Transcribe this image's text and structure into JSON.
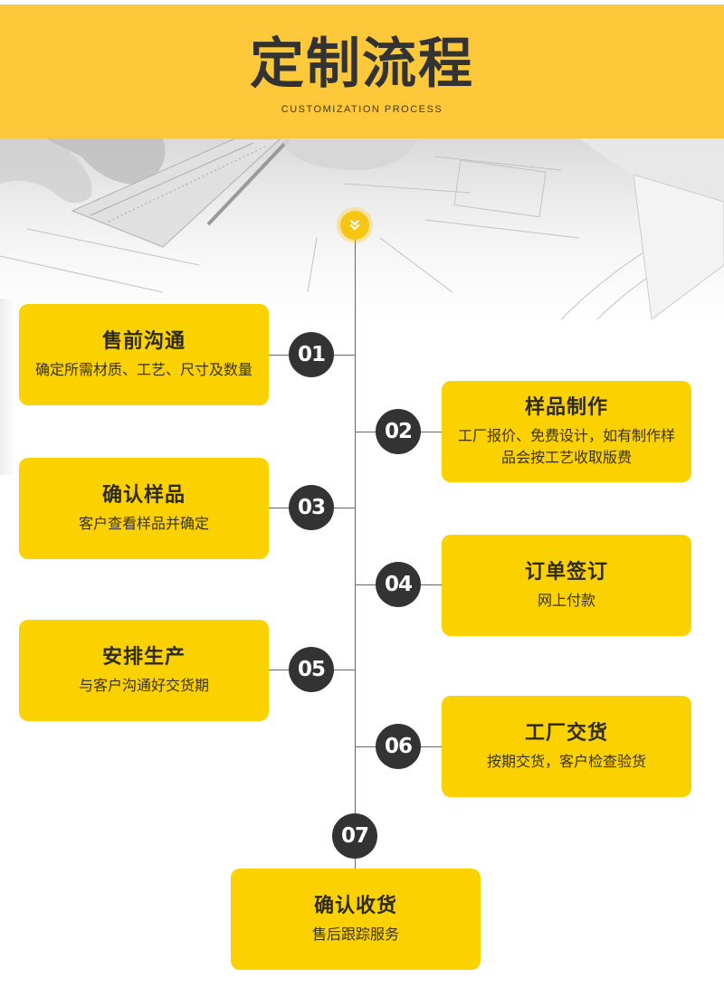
{
  "header": {
    "title": "定制流程",
    "subtitle": "CUSTOMIZATION PROCESS",
    "background_color": "#FDC93B"
  },
  "hero": {
    "scroll_icon": "double-chevron-down-icon",
    "accent_color": "#F7C514"
  },
  "colors": {
    "card": "#FBD100",
    "step_circle": "#333333",
    "line": "#666666"
  },
  "steps": [
    {
      "number": "01",
      "title": "售前沟通",
      "description": "确定所需材质、工艺、尺寸及数量",
      "side": "left"
    },
    {
      "number": "02",
      "title": "样品制作",
      "description": "工厂报价、免费设计，如有制作样品会按工艺收取版费",
      "side": "right"
    },
    {
      "number": "03",
      "title": "确认样品",
      "description": "客户查看样品并确定",
      "side": "left"
    },
    {
      "number": "04",
      "title": "订单签订",
      "description": "网上付款",
      "side": "right"
    },
    {
      "number": "05",
      "title": "安排生产",
      "description": "与客户沟通好交货期",
      "side": "left"
    },
    {
      "number": "06",
      "title": "工厂交货",
      "description": "按期交货，客户检查验货",
      "side": "right"
    },
    {
      "number": "07",
      "title": "确认收货",
      "description": "售后跟踪服务",
      "side": "center"
    }
  ]
}
